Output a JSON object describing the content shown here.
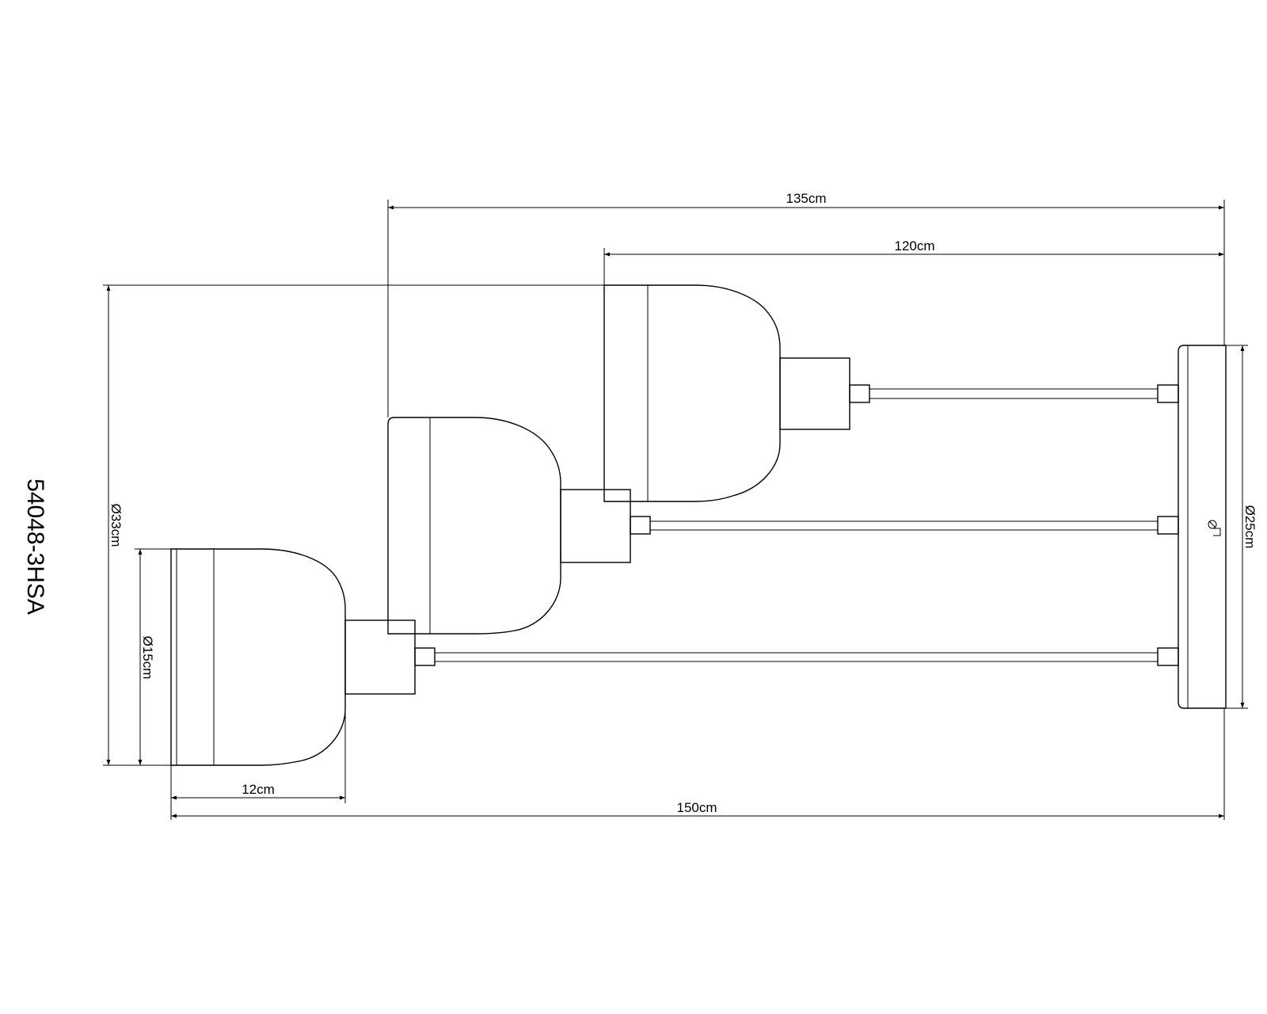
{
  "model_number": "54048-3HSA",
  "dimensions": {
    "top_width_outer": "135cm",
    "top_width_inner": "120cm",
    "overall_width": "150cm",
    "shade_depth": "12cm",
    "overall_diameter": "Ø33cm",
    "shade_diameter": "Ø15cm",
    "canopy_diameter": "Ø25cm"
  },
  "line_color": "#000000",
  "background_color": "#ffffff"
}
